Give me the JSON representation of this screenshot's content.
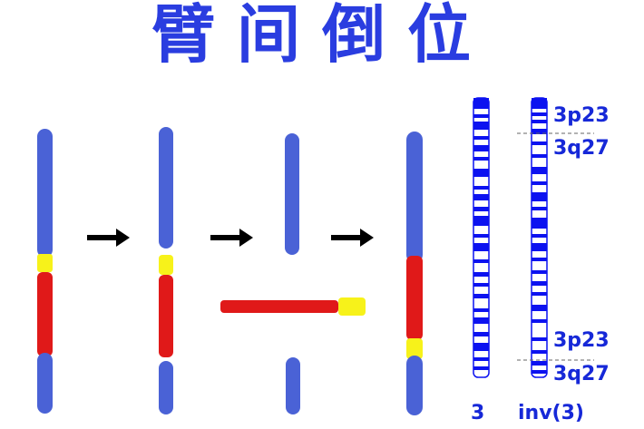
{
  "title": "臂间倒位",
  "colors": {
    "title": "#2a3de0",
    "arm_blue": "#4a62d6",
    "inverted_segment_red": "#e01919",
    "centromere_yellow": "#f7f21a",
    "arrow_black": "#000000",
    "band_blue": "#0c12f0",
    "label_blue": "#1628d8"
  },
  "ideogram_labels": {
    "normal_top_break": "3p23",
    "normal_bottom_break": "3q27",
    "inverted_top_break": "3p23",
    "inverted_bottom_break": "3q27",
    "normal_chromosome": "3",
    "inverted_chromosome": "inv(3)"
  }
}
